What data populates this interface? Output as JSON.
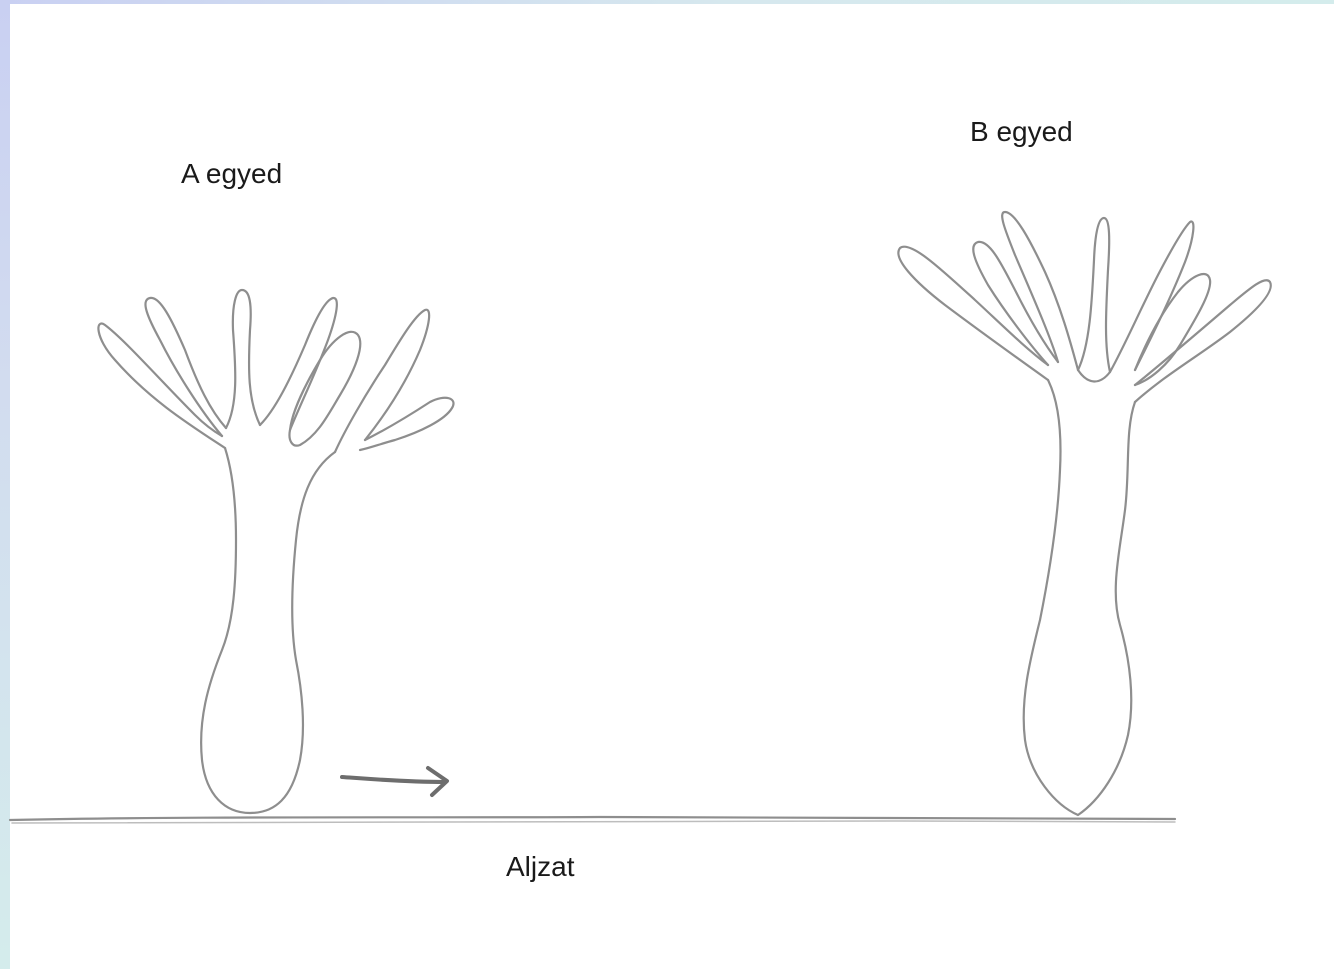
{
  "labels": {
    "individual_a": "A egyed",
    "individual_b": "B egyed",
    "substrate": "Aljzat"
  },
  "colors": {
    "pencil_stroke": "#8e8e8e",
    "text": "#1a1a1a",
    "background": "#ffffff",
    "slide_border": "#c9d0f2"
  },
  "icons": {
    "movement_arrow": "right-arrow-icon"
  }
}
